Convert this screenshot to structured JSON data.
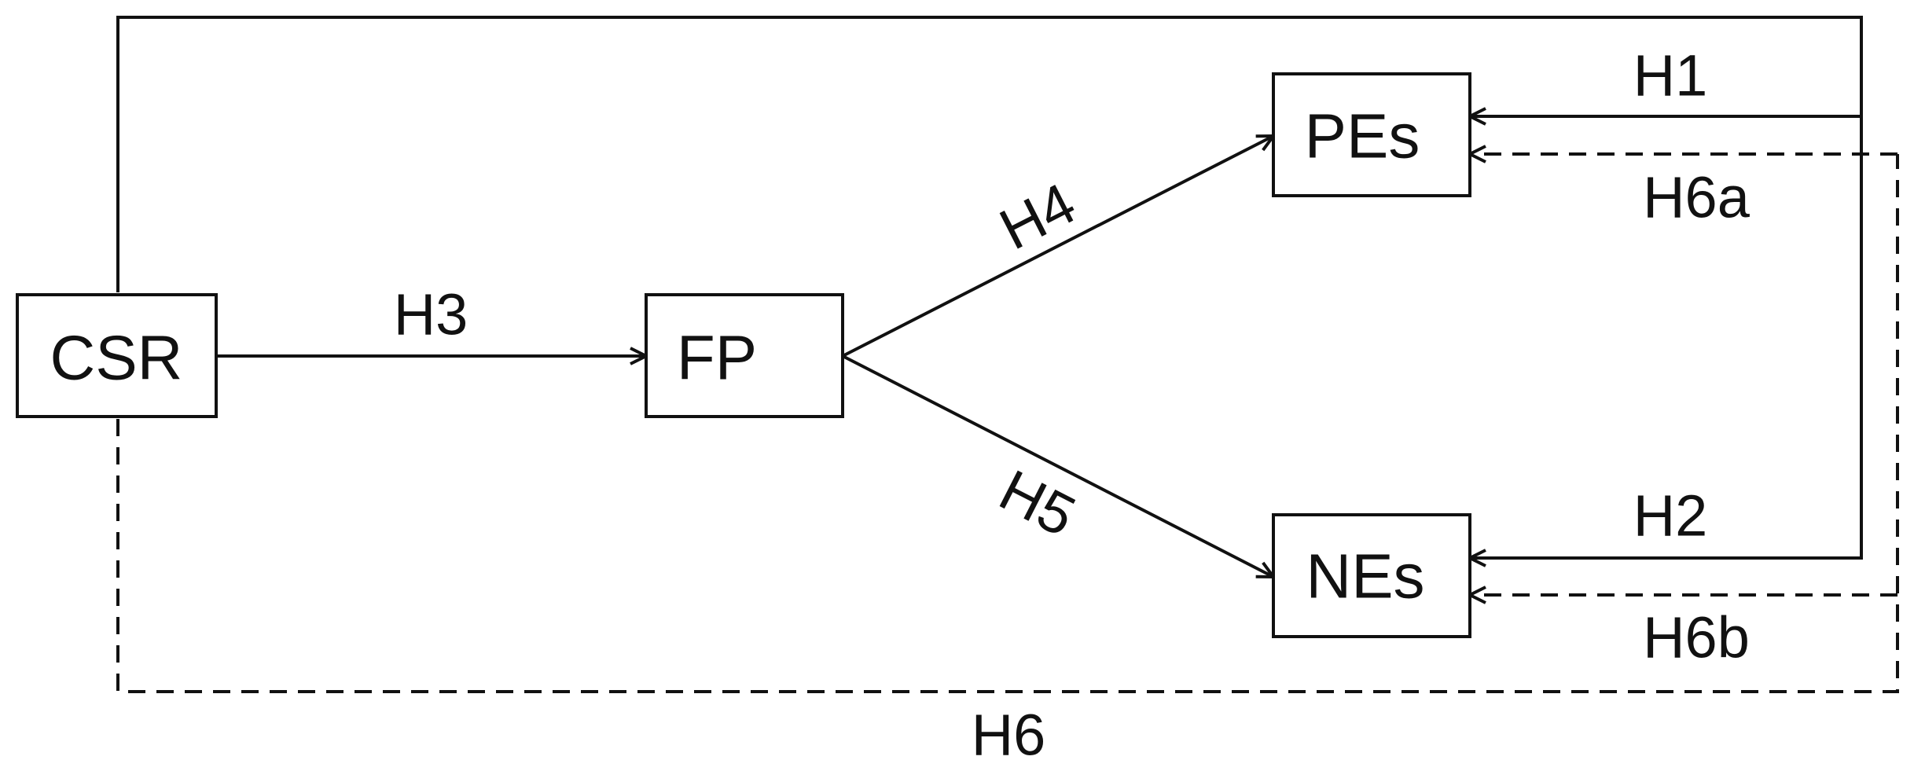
{
  "colors": {
    "stroke": "#111111",
    "background": "#ffffff"
  },
  "nodes": {
    "csr": "CSR",
    "fp": "FP",
    "pes": "PEs",
    "nes": "NEs"
  },
  "hypotheses": {
    "h1": "H1",
    "h2": "H2",
    "h3": "H3",
    "h4": "H4",
    "h5": "H5",
    "h6": "H6",
    "h6a": "H6a",
    "h6b": "H6b"
  }
}
